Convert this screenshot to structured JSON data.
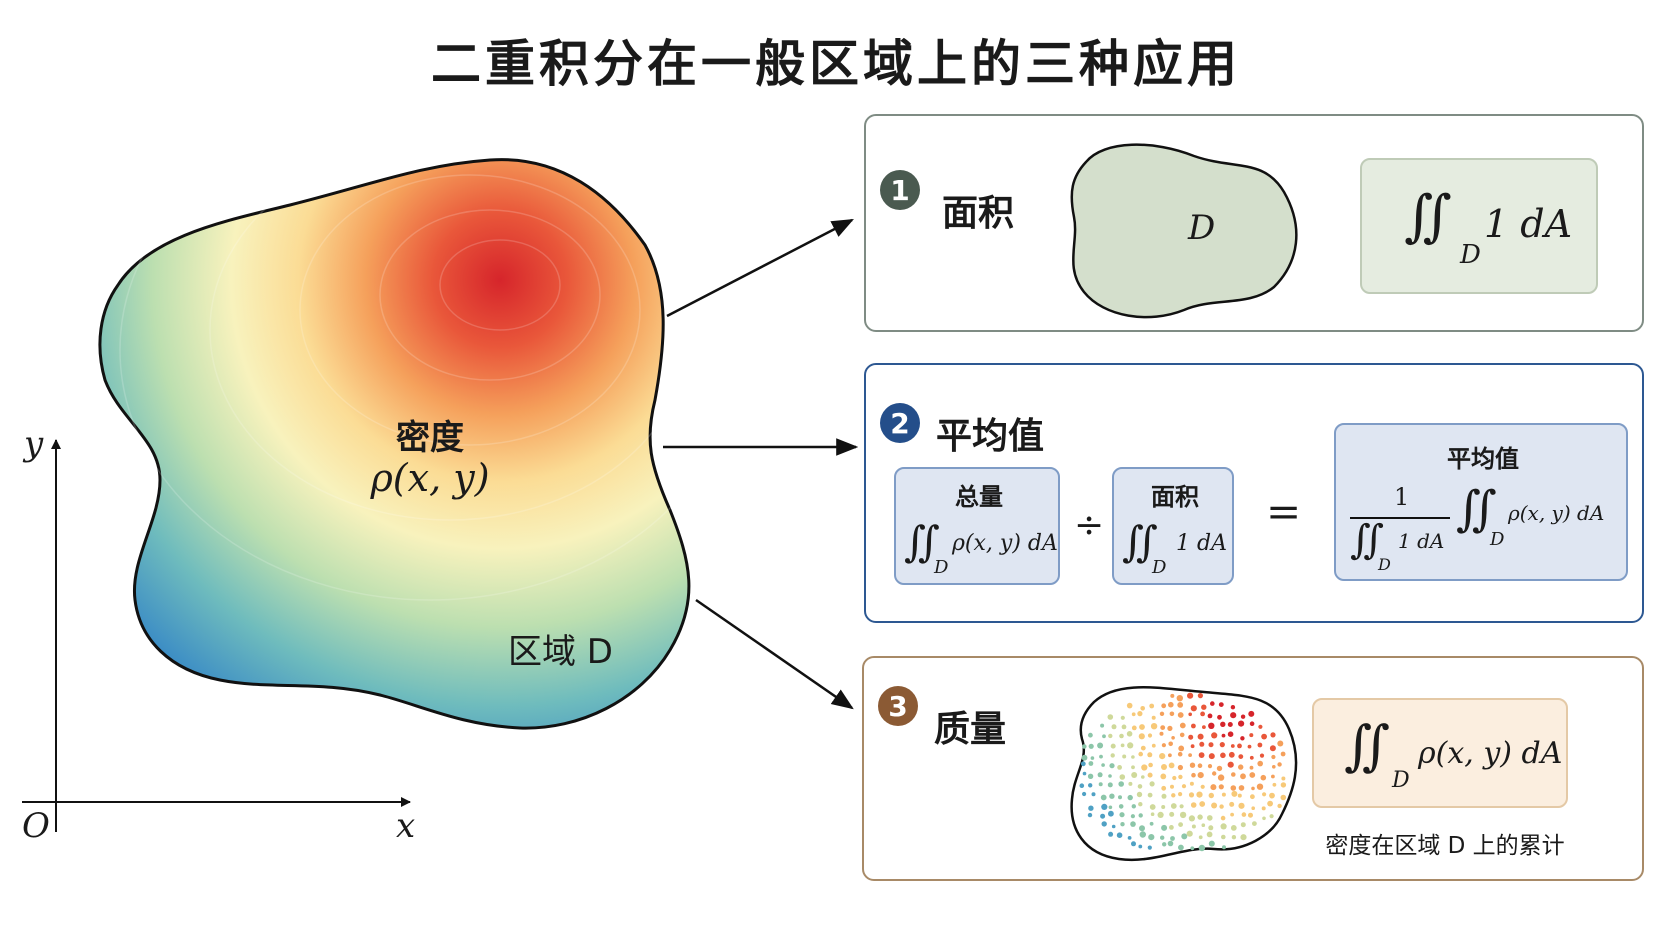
{
  "title": "二重积分在一般区域上的三种应用",
  "main_region": {
    "density_label": "密度",
    "density_formula": "ρ(x, y)",
    "region_label": "区域 D",
    "axis_x": "x",
    "axis_y": "y",
    "origin": "O"
  },
  "panels": [
    {
      "number": "1",
      "heading": "面积",
      "region_letter": "D",
      "formula": {
        "integrand": "1 dA",
        "subscript": "D"
      },
      "colors": {
        "badge": "#4a5a50",
        "border": "#7f8c84",
        "shape_fill": "#d4dfcc",
        "formula_bg": "#e5ece0"
      }
    },
    {
      "number": "2",
      "heading": "平均值",
      "total_label": "总量",
      "total_integrand": "ρ(x, y) dA",
      "area_label": "面积",
      "area_integrand": "1 dA",
      "divide_sign": "÷",
      "equals_sign": "=",
      "result_label": "平均值",
      "result_numerator": "1",
      "result_denominator_integrand": "1 dA",
      "result_integrand": "ρ(x, y) dA",
      "subscript": "D",
      "colors": {
        "badge": "#244e8a",
        "border": "#2d5892",
        "box_bg": "#dfe6f2",
        "box_border": "#7f9cc6"
      }
    },
    {
      "number": "3",
      "heading": "质量",
      "formula": {
        "integrand": "ρ(x, y) dA",
        "subscript": "D"
      },
      "caption": "密度在区域 D 上的累计",
      "colors": {
        "badge": "#8b5a34",
        "border": "#a88a67",
        "formula_bg": "#fbeedf",
        "formula_border": "#e4c9a6"
      }
    }
  ]
}
